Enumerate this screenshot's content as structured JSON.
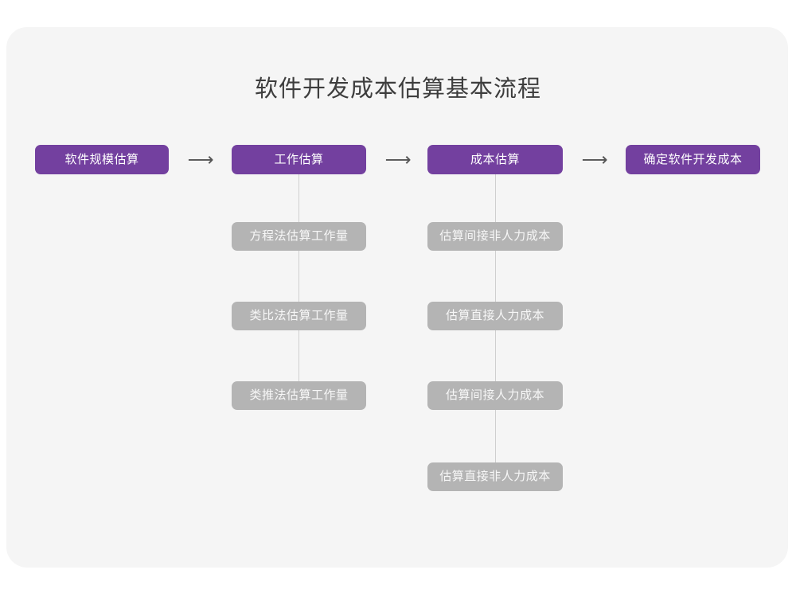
{
  "page": {
    "title": "软件开发成本估算基本流程",
    "background_color": "#ffffff",
    "card_color": "#f5f5f5",
    "primary_color": "#73409f",
    "secondary_color": "#b4b4b4",
    "connector_color": "#cfcfcf",
    "arrow_glyph": "⟶"
  },
  "flow": {
    "stages": [
      {
        "label": "软件规模估算",
        "substeps": []
      },
      {
        "label": "工作估算",
        "substeps": [
          "方程法估算工作量",
          "类比法估算工作量",
          "类推法估算工作量"
        ]
      },
      {
        "label": "成本估算",
        "substeps": [
          "估算间接非人力成本",
          "估算直接人力成本",
          "估算间接人力成本",
          "估算直接非人力成本"
        ]
      },
      {
        "label": "确定软件开发成本",
        "substeps": []
      }
    ],
    "arrows": [
      "⟶",
      "⟶",
      "⟶"
    ]
  }
}
